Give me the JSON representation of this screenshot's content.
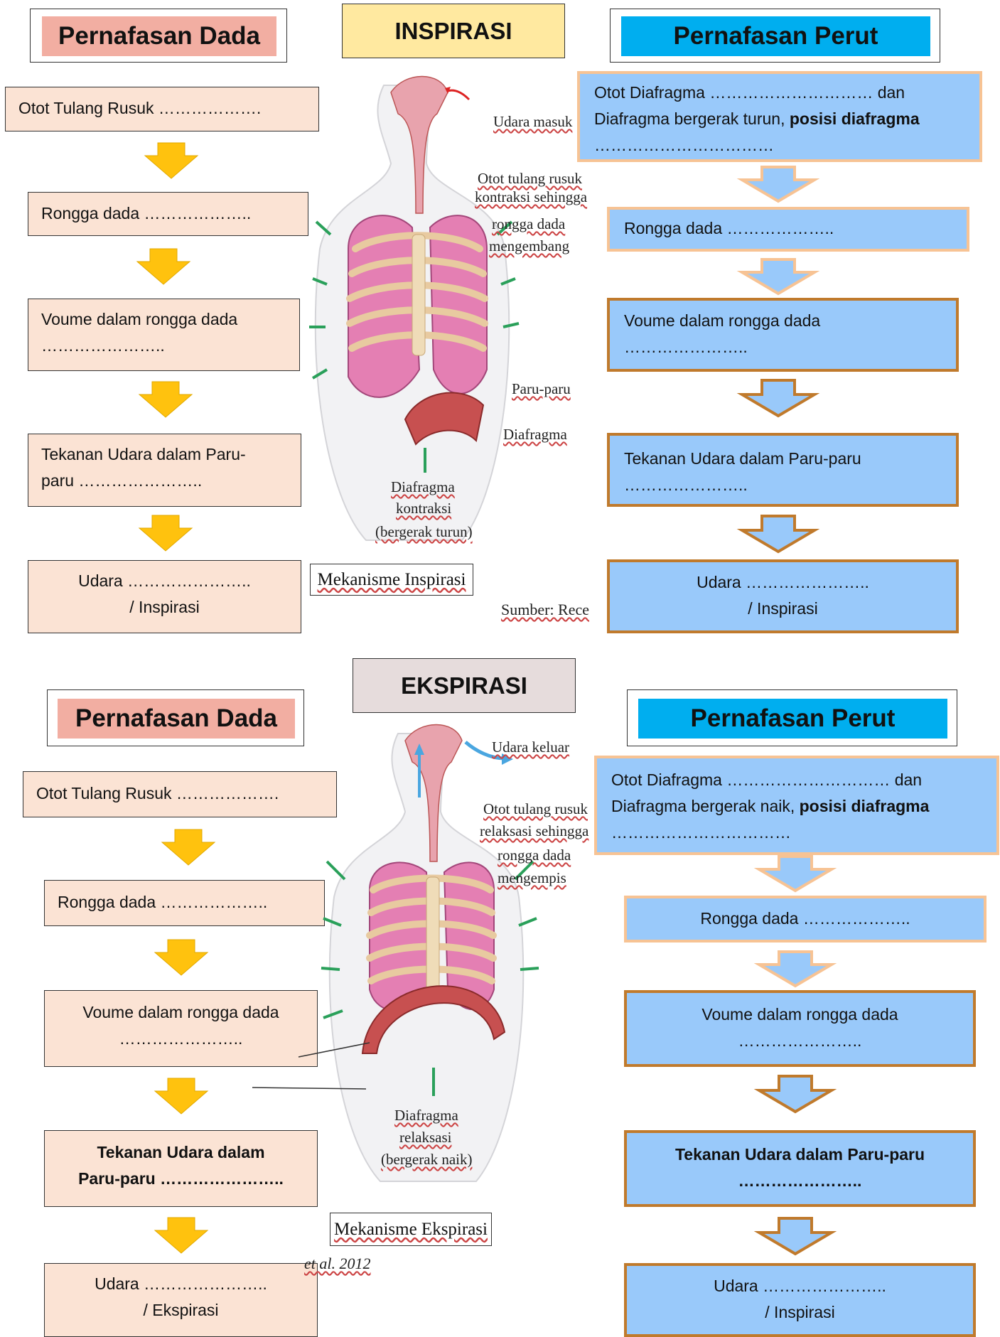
{
  "inspirasi": {
    "title": "INSPIRASI",
    "dada_title": "Pernafasan Dada",
    "perut_title": "Pernafasan Perut",
    "dada_steps": [
      "Otot Tulang Rusuk ……………….",
      "Rongga dada ………………..",
      "Voume dalam rongga dada",
      "…………………..",
      "Tekanan Udara dalam Paru-",
      "paru …………………..",
      "Udara   …………………..",
      "/ Inspirasi"
    ],
    "perut_steps": {
      "s1_a": "Otot  Diafragma  ………………………… dan",
      "s1_b_pre": "Diafragma bergerak turun, ",
      "s1_b_bold": "posisi diafragma",
      "s1_c": "……………………………",
      "s2": "Rongga dada ………………..",
      "s3_a": "Voume dalam rongga dada",
      "s3_b": "…………………..",
      "s4_a": "Tekanan Udara dalam Paru-paru",
      "s4_b": "…………………..",
      "s5_a": "Udara   …………………..",
      "s5_b": "/ Inspirasi"
    },
    "figure": {
      "labels": [
        "Udara masuk",
        "Otot tulang rusuk",
        "kontraksi sehingga",
        "rongga dada",
        "mengembang",
        "Paru-paru",
        "Diafragma",
        "Diafragma",
        "kontraksi",
        "(bergerak turun)"
      ],
      "caption": "Mekanisme Inspirasi",
      "source": "Sumber: Rece"
    }
  },
  "ekspirasi": {
    "title": "EKSPIRASI",
    "dada_title": "Pernafasan Dada",
    "perut_title": "Pernafasan Perut",
    "dada_steps": [
      "Otot Tulang Rusuk ……………….",
      "Rongga dada ………………..",
      "Voume dalam rongga dada",
      "…………………..",
      "Tekanan Udara dalam",
      "Paru-paru …………………..",
      "Udara   …………………..",
      "/ Ekspirasi"
    ],
    "perut_steps": {
      "s1_a": "Otot  Diafragma  ………………………… dan",
      "s1_b_pre": "Diafragma bergerak naik, ",
      "s1_b_bold": "posisi diafragma",
      "s1_c": "……………………………",
      "s2": "Rongga dada ………………..",
      "s3_a": "Voume dalam rongga dada",
      "s3_b": "…………………..",
      "s4_a": "Tekanan Udara dalam Paru-paru",
      "s4_b": "…………………..",
      "s5_a": "Udara   …………………..",
      "s5_b": "/ Inspirasi"
    },
    "figure": {
      "labels": [
        "Udara keluar",
        "Otot tulang rusuk",
        "relaksasi sehingga",
        "rongga dada",
        "mengempis",
        "Diafragma",
        "relaksasi",
        "(bergerak naik)"
      ],
      "caption": "Mekanisme Ekspirasi",
      "source": "et al. 2012"
    }
  },
  "colors": {
    "peach_box": "#fbe3d4",
    "pink_header": "#f2aea2",
    "blue_header": "#00aeef",
    "blue_box": "#99c9fa",
    "brown_border": "#c07a2c",
    "yellow_arrow": "#ffc20e",
    "inspirasi_title_bg": "#ffe9a0",
    "ekspirasi_title_bg": "#e6dcdc"
  }
}
